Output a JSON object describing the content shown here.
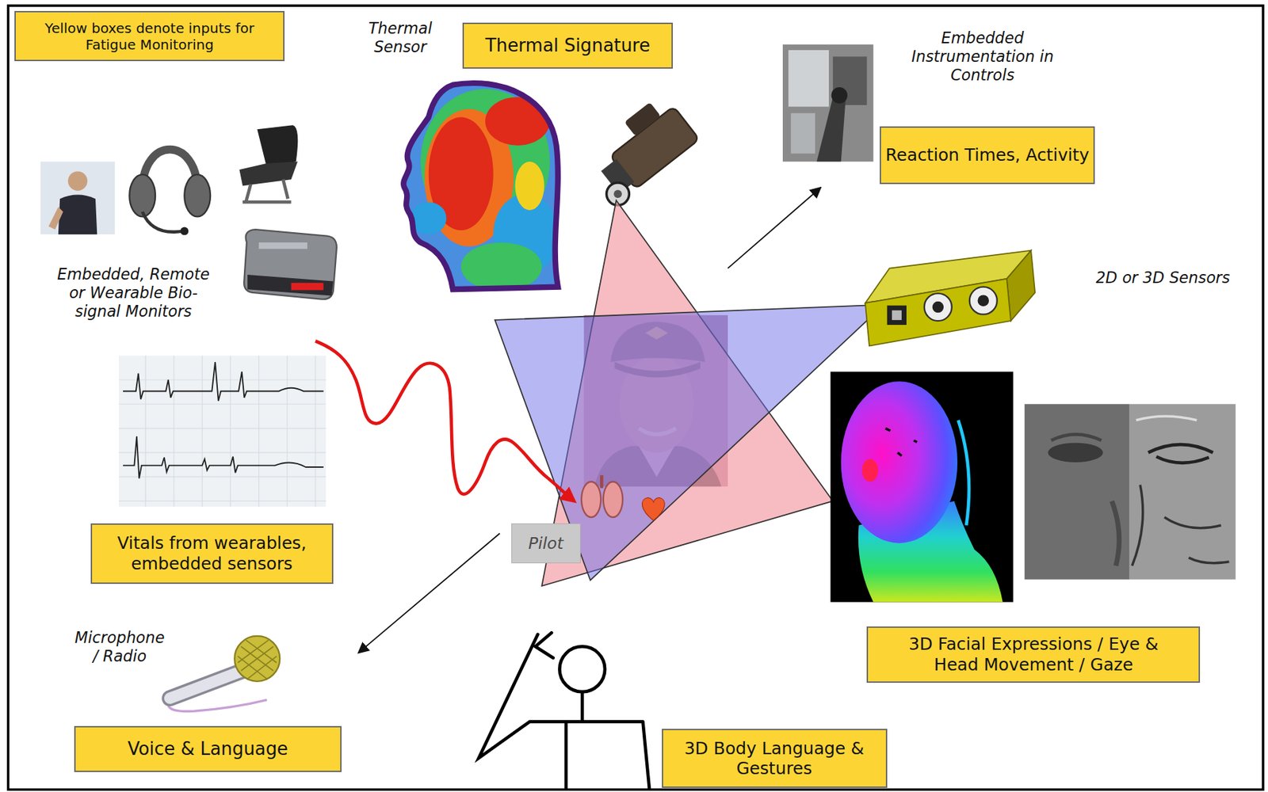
{
  "diagram": {
    "nodes": [
      {
        "text": [
          "Thermal Signature"
        ]
      },
      {
        "text": [
          "Reaction Times, Activity"
        ]
      },
      {
        "text": [
          "Vitals from wearables, embedded sensors"
        ]
      },
      {
        "text": [
          "Pilot"
        ]
      },
      {
        "text": [
          "3D Facial Expressions / Eye & Head Movement / Gaze"
        ]
      },
      {
        "text": [
          "Voice & Language"
        ]
      },
      {
        "text": [
          "3D Body Language & Gestures"
        ]
      }
    ],
    "labels": [
      "Thermal Sensor",
      "Embedded Instrumentation in Controls",
      "Embedded, Remote or Wearable Bio-signal Monitors",
      "2D or 3D Sensors",
      "Microphone / Radio"
    ],
    "legend": [
      {
        "text": "Yellow boxes denote inputs for Fatigue Monitoring",
        "color": "#fcd535"
      }
    ]
  }
}
